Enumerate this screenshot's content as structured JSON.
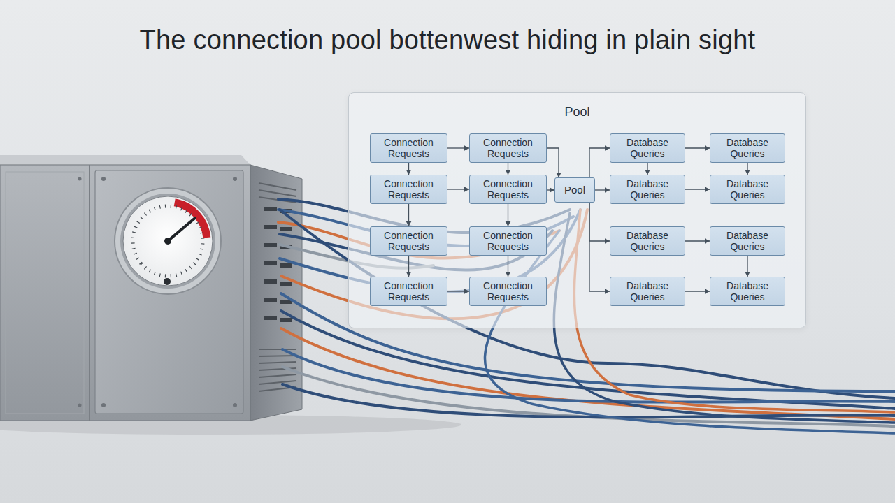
{
  "diagram": {
    "title": "The connection pool bottenwest hiding in plain sight",
    "nodes": [
      {
        "text": [
          "Pool"
        ]
      },
      {
        "text": [
          "Connection Requests"
        ],
        "in": 0
      },
      {
        "text": [
          "Connection Requests"
        ],
        "in": 0
      },
      {
        "text": [
          "Database Queries"
        ],
        "in": 0
      },
      {
        "text": [
          "Database Queries"
        ],
        "in": 0
      },
      {
        "text": [
          "Connection Requests"
        ],
        "in": 0
      },
      {
        "text": [
          "Connection Requests"
        ],
        "in": 0
      },
      {
        "text": [
          "Pool"
        ],
        "in": 0
      },
      {
        "text": [
          "Database Queries"
        ],
        "in": 0
      },
      {
        "text": [
          "Database Queries"
        ],
        "in": 0
      },
      {
        "text": [
          "Connection Requests"
        ],
        "in": 0
      },
      {
        "text": [
          "Connection Requests"
        ],
        "in": 0
      },
      {
        "text": [
          "Database Queries"
        ],
        "in": 0
      },
      {
        "text": [
          "Database Queries"
        ],
        "in": 0
      },
      {
        "text": [
          "Connection Requests"
        ],
        "in": 0
      },
      {
        "text": [
          "Connection Requests"
        ],
        "in": 0
      },
      {
        "text": [
          "Database Queries"
        ],
        "in": 0
      },
      {
        "text": [
          "Database Queries"
        ],
        "in": 0
      }
    ],
    "edges": [
      {
        "from": 1,
        "to": 2,
        "arrow": "to"
      },
      {
        "from": 1,
        "to": 5,
        "arrow": "to"
      },
      {
        "from": 2,
        "to": 6,
        "arrow": "to"
      },
      {
        "from": 2,
        "to": 7,
        "arrow": "to"
      },
      {
        "from": 5,
        "to": 6,
        "arrow": "to"
      },
      {
        "from": 6,
        "to": 7,
        "arrow": "to"
      },
      {
        "from": 5,
        "to": 10,
        "arrow": "to"
      },
      {
        "from": 6,
        "to": 11,
        "arrow": "to"
      },
      {
        "from": 10,
        "to": 14,
        "arrow": "to"
      },
      {
        "from": 11,
        "to": 15,
        "arrow": "to"
      },
      {
        "from": 14,
        "to": 15,
        "arrow": "to"
      },
      {
        "from": 7,
        "to": 3,
        "arrow": "to"
      },
      {
        "from": 7,
        "to": 8,
        "arrow": "to"
      },
      {
        "from": 7,
        "to": 12,
        "arrow": "to"
      },
      {
        "from": 7,
        "to": 16,
        "arrow": "to"
      },
      {
        "from": 3,
        "to": 4,
        "arrow": "to"
      },
      {
        "from": 3,
        "to": 8,
        "arrow": "to"
      },
      {
        "from": 4,
        "to": 9,
        "arrow": "to"
      },
      {
        "from": 8,
        "to": 9,
        "arrow": "to"
      },
      {
        "from": 12,
        "to": 13,
        "arrow": "to"
      },
      {
        "from": 13,
        "to": 17,
        "arrow": "to"
      },
      {
        "from": 16,
        "to": 17,
        "arrow": "to"
      }
    ]
  }
}
